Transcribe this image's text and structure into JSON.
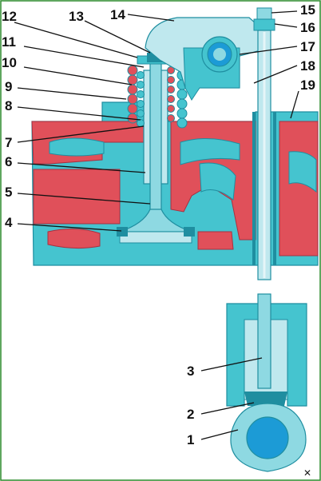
{
  "diagram": {
    "colors": {
      "background": "#ffffff",
      "border": "#2a8a2a",
      "metal_cyan": "#45c4cf",
      "metal_light": "#bfe8ee",
      "metal_dark": "#1f8ea0",
      "head_red": "#e0505a",
      "head_red_dark": "#a83040",
      "cam_blue": "#1c9bd6",
      "label_text": "#111111"
    },
    "labels": [
      {
        "id": "1",
        "text": "1"
      },
      {
        "id": "2",
        "text": "2"
      },
      {
        "id": "3",
        "text": "3"
      },
      {
        "id": "4",
        "text": "4"
      },
      {
        "id": "5",
        "text": "5"
      },
      {
        "id": "6",
        "text": "6"
      },
      {
        "id": "7",
        "text": "7"
      },
      {
        "id": "8",
        "text": "8"
      },
      {
        "id": "9",
        "text": "9"
      },
      {
        "id": "10",
        "text": "10"
      },
      {
        "id": "11",
        "text": "11"
      },
      {
        "id": "12",
        "text": "12"
      },
      {
        "id": "13",
        "text": "13"
      },
      {
        "id": "14",
        "text": "14"
      },
      {
        "id": "15",
        "text": "15"
      },
      {
        "id": "16",
        "text": "16"
      },
      {
        "id": "17",
        "text": "17"
      },
      {
        "id": "18",
        "text": "18"
      },
      {
        "id": "19",
        "text": "19"
      }
    ]
  }
}
